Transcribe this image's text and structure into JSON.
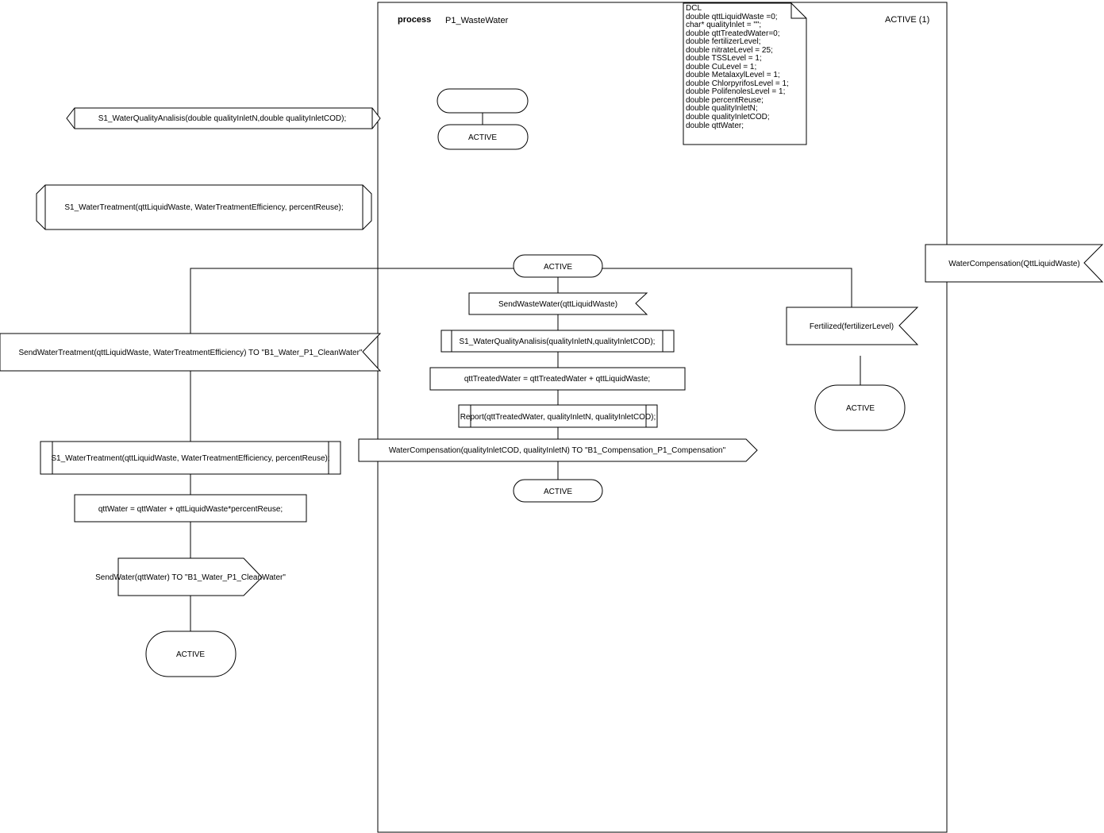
{
  "header": {
    "keyword": "process",
    "name": "P1_WasteWater",
    "page": "ACTIVE (1)"
  },
  "dcl": [
    "DCL",
    "double qttLiquidWaste =0;",
    "char* qualityInlet = \"\";",
    "double qttTreatedWater=0;",
    "double fertilizerLevel;",
    "double nitrateLevel = 25;",
    "double TSSLevel = 1;",
    "double CuLevel = 1;",
    "double MetalaxylLevel = 1;",
    "double ChlorpyrifosLevel = 1;",
    "double PolifenolesLevel = 1;",
    "double percentReuse;",
    "double qualityInletN;",
    "double qualityInletCOD;",
    "double qttWater;"
  ],
  "procedures": {
    "quality_decl": "S1_WaterQualityAnalisis(double qualityInletN,double qualityInletCOD);",
    "treatment_decl": "S1_WaterTreatment(qttLiquidWaste, WaterTreatmentEfficiency, percentReuse);"
  },
  "start": {
    "state": "ACTIVE"
  },
  "main": {
    "state": "ACTIVE",
    "input": "SendWasteWater(qttLiquidWaste)",
    "call_quality": "S1_WaterQualityAnalisis(qualityInletN,qualityInletCOD);",
    "task": "qttTreatedWater = qttTreatedWater + qttLiquidWaste;",
    "report": "Report(qttTreatedWater, qualityInletN, qualityInletCOD);",
    "output": "WaterCompensation(qualityInletCOD, qualityInletN) TO \"B1_Compensation_P1_Compensation\"",
    "next_state": "ACTIVE"
  },
  "left_branch": {
    "input": "SendWaterTreatment(qttLiquidWaste, WaterTreatmentEfficiency) TO \"B1_Water_P1_CleanWater\"",
    "call_treatment": "S1_WaterTreatment(qttLiquidWaste, WaterTreatmentEfficiency, percentReuse);",
    "task": "qttWater = qttWater + qttLiquidWaste*percentReuse;",
    "output": "SendWater(qttWater) TO \"B1_Water_P1_CleanWater\"",
    "next_state": "ACTIVE"
  },
  "right_branch": {
    "input": "Fertilized(fertilizerLevel)",
    "next_state": "ACTIVE"
  },
  "external_signal": "WaterCompensation(QttLiquidWaste)"
}
